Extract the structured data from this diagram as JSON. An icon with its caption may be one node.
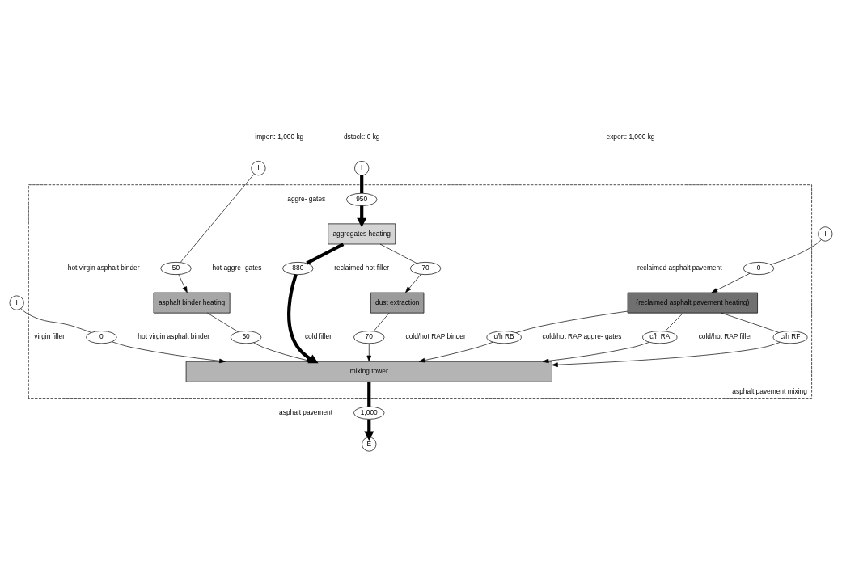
{
  "diagram": {
    "nodes": [
      {
        "text": [
          "asphalt pavement mixing"
        ]
      },
      {
        "text": [
          "I"
        ]
      },
      {
        "text": [
          "I"
        ]
      },
      {
        "text": [
          "I"
        ]
      },
      {
        "text": [
          "I"
        ]
      },
      {
        "text": [
          "50"
        ],
        "beside": [
          "hot virgin asphalt binder"
        ],
        "in": 0
      },
      {
        "text": [
          "asphalt binder heating"
        ],
        "in": 0
      },
      {
        "text": [
          "0"
        ],
        "beside": [
          "virgin filler"
        ],
        "in": 0
      },
      {
        "text": [
          "950"
        ],
        "beside": [
          "aggre- gates"
        ],
        "in": 0
      },
      {
        "text": [
          "0"
        ],
        "beside": [
          "reclaimed asphalt pavement"
        ],
        "in": 0
      },
      {
        "text": [
          "aggregates heating"
        ],
        "in": 0
      },
      {
        "text": [
          "(reclaimed asphalt pavement heating)"
        ],
        "in": 0
      },
      {
        "text": [
          "70"
        ],
        "beside": [
          "reclaimed hot filler"
        ],
        "in": 0
      },
      {
        "text": [
          "dust extraction"
        ],
        "in": 0
      },
      {
        "text": [
          "70"
        ],
        "beside": [
          "cold filler"
        ],
        "in": 0
      },
      {
        "text": [
          "50"
        ],
        "beside": [
          "hot virgin asphalt binder"
        ],
        "in": 0
      },
      {
        "text": [
          "880"
        ],
        "beside": [
          "hot aggre- gates"
        ],
        "in": 0
      },
      {
        "text": [
          "c/h RF"
        ],
        "beside": [
          "cold/hot RAP filler"
        ],
        "in": 0
      },
      {
        "text": [
          "c/h RB"
        ],
        "beside": [
          "cold/hot RAP binder"
        ],
        "in": 0
      },
      {
        "text": [
          "c/h RA"
        ],
        "beside": [
          "cold/hot RAP aggre- gates"
        ],
        "in": 0
      },
      {
        "text": [
          "mixing tower"
        ],
        "in": 0
      },
      {
        "text": [
          "1,000"
        ],
        "beside": [
          "asphalt pavement"
        ]
      },
      {
        "text": [
          "E"
        ]
      }
    ],
    "edges": [
      {
        "from": 1,
        "to": 5,
        "arrow": "none"
      },
      {
        "from": 5,
        "to": 6,
        "arrow": "to"
      },
      {
        "from": 2,
        "to": 7,
        "arrow": "none"
      },
      {
        "from": 7,
        "to": 20,
        "arrow": "to"
      },
      {
        "from": 3,
        "to": 8,
        "arrow": "none",
        "style": "thick"
      },
      {
        "from": 8,
        "to": 10,
        "arrow": "to",
        "style": "thick"
      },
      {
        "from": 4,
        "to": 9,
        "arrow": "none"
      },
      {
        "from": 9,
        "to": 11,
        "arrow": "to"
      },
      {
        "from": 10,
        "to": 12,
        "arrow": "none"
      },
      {
        "from": 12,
        "to": 13,
        "arrow": "to"
      },
      {
        "from": 13,
        "to": 14,
        "arrow": "none"
      },
      {
        "from": 14,
        "to": 20,
        "arrow": "to"
      },
      {
        "from": 6,
        "to": 15,
        "arrow": "none"
      },
      {
        "from": 15,
        "to": 20,
        "arrow": "to"
      },
      {
        "from": 10,
        "to": 16,
        "arrow": "none",
        "style": "thick"
      },
      {
        "from": 16,
        "to": 20,
        "arrow": "to",
        "style": "thick"
      },
      {
        "from": 11,
        "to": 17,
        "arrow": "none"
      },
      {
        "from": 17,
        "to": 20,
        "arrow": "to"
      },
      {
        "from": 11,
        "to": 18,
        "arrow": "none"
      },
      {
        "from": 18,
        "to": 20,
        "arrow": "to"
      },
      {
        "from": 11,
        "to": 19,
        "arrow": "none"
      },
      {
        "from": 19,
        "to": 20,
        "arrow": "to"
      },
      {
        "from": 20,
        "to": 21,
        "arrow": "none",
        "style": "thick"
      },
      {
        "from": 21,
        "to": 22,
        "arrow": "to",
        "style": "thick"
      }
    ],
    "labels": [
      "import: 1,000 kg",
      "dstock: 0 kg",
      "export: 1,000 kg"
    ]
  }
}
